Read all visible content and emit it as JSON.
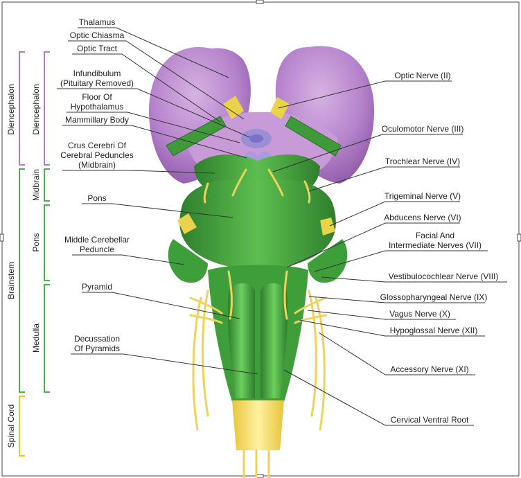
{
  "left_labels": [
    {
      "id": "thalamus",
      "lines": [
        "Thalamus"
      ]
    },
    {
      "id": "optic-chiasma",
      "lines": [
        "Optic Chiasma"
      ]
    },
    {
      "id": "optic-tract",
      "lines": [
        "Optic Tract"
      ]
    },
    {
      "id": "infundibulum",
      "lines": [
        "Infundibulum",
        "(Pituitary Removed)"
      ]
    },
    {
      "id": "floor-hypothalamus",
      "lines": [
        "Floor Of",
        "Hypothalamus"
      ]
    },
    {
      "id": "mammillary-body",
      "lines": [
        "Mammillary Body"
      ]
    },
    {
      "id": "crus-cerebri",
      "lines": [
        "Crus Cerebri Of",
        "Cerebral Peduncles",
        "(Midbrain)"
      ]
    },
    {
      "id": "pons",
      "lines": [
        "Pons"
      ]
    },
    {
      "id": "middle-cerebellar-peduncle",
      "lines": [
        "Middle Cerebellar",
        "Peduncle"
      ]
    },
    {
      "id": "pyramid",
      "lines": [
        "Pyramid"
      ]
    },
    {
      "id": "decussation",
      "lines": [
        "Decussation",
        "Of Pyramids"
      ]
    }
  ],
  "right_labels": [
    {
      "id": "optic-nerve",
      "lines": [
        "Optic Nerve (II)"
      ]
    },
    {
      "id": "oculomotor-nerve",
      "lines": [
        "Oculomotor Nerve (III)"
      ]
    },
    {
      "id": "trochlear-nerve",
      "lines": [
        "Trochlear Nerve (IV)"
      ]
    },
    {
      "id": "trigeminal-nerve",
      "lines": [
        "Trigeminal Nerve (V)"
      ]
    },
    {
      "id": "abducens-nerve",
      "lines": [
        "Abducens Nerve (VI)"
      ]
    },
    {
      "id": "facial-nerves",
      "lines": [
        "Facial And",
        "Intermediate Nerves (VII)"
      ]
    },
    {
      "id": "vestibulocochlear-nerve",
      "lines": [
        "Vestibulocochlear Nerve (VIII)"
      ]
    },
    {
      "id": "glossopharyngeal-nerve",
      "lines": [
        "Glossopharyngeal Nerve (IX)"
      ]
    },
    {
      "id": "vagus-nerve",
      "lines": [
        "Vagus Nerve (X)"
      ]
    },
    {
      "id": "hypoglossal-nerve",
      "lines": [
        "Hypoglossal Nerve (XII)"
      ]
    },
    {
      "id": "accessory-nerve",
      "lines": [
        "Accessory Nerve (XI)"
      ]
    },
    {
      "id": "cervical-ventral-root",
      "lines": [
        "Cervical Ventral Root"
      ]
    }
  ],
  "regions": {
    "diencephalon_outer": "Diencephalon",
    "diencephalon_inner": "Diencephalon",
    "brainstem": "Brainstem",
    "midbrain": "Midbrain",
    "pons": "Pons",
    "medulla": "Medulla",
    "spinal_cord": "Spinal Cord"
  },
  "colors": {
    "diencephalon": "#b07cc4",
    "brainstem": "#4caf50",
    "spinal_cord": "#f0c419",
    "thalamus": "#b683cc",
    "tissue_green": "#3e9e3a",
    "nerve_yellow": "#f2dc6a"
  }
}
